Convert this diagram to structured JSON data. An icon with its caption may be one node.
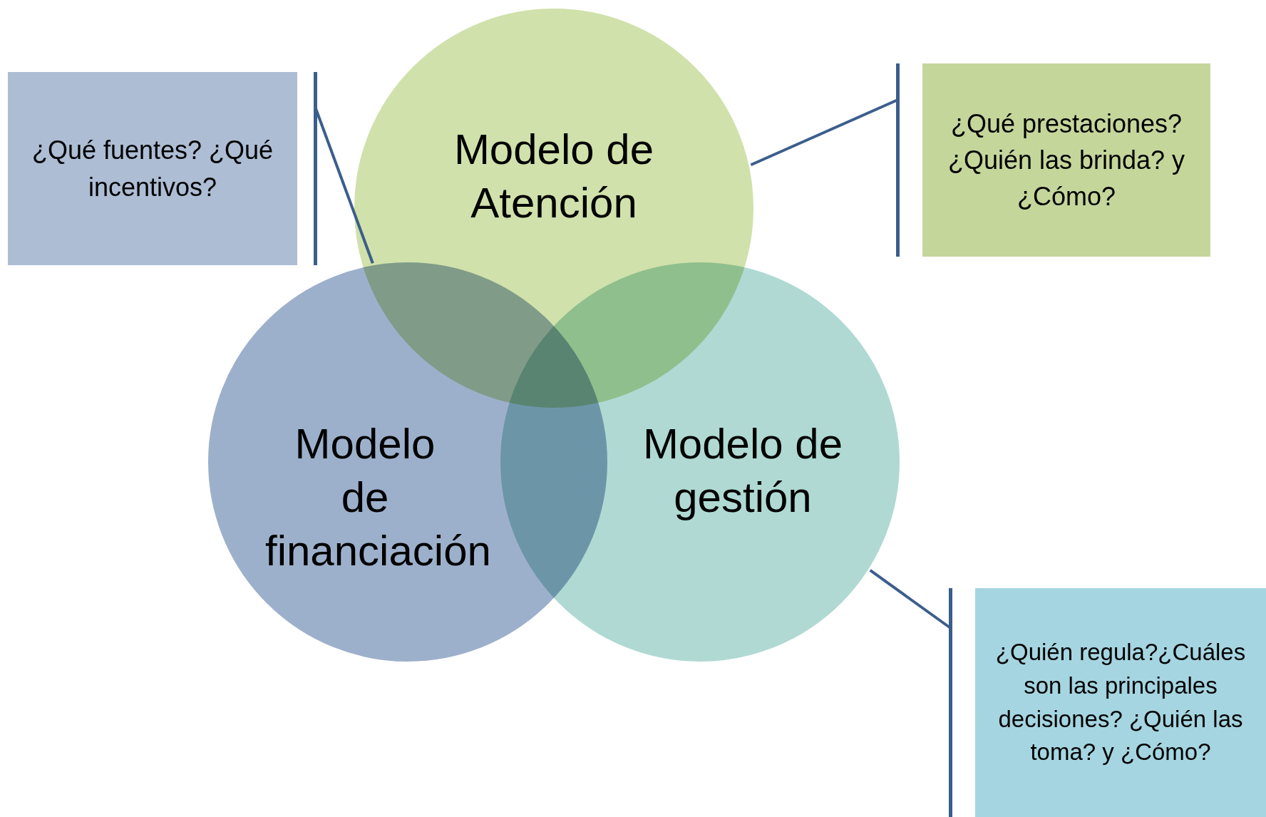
{
  "diagram": {
    "nodes": [
      {
        "text": [
          "¿Qué fuentes? ¿Qué incentivos?"
        ]
      },
      {
        "text": [
          "Modelo de Atención"
        ]
      },
      {
        "text": [
          "¿Qué prestaciones? ¿Quién las brinda? y ¿Cómo?"
        ]
      },
      {
        "text": [
          "Modelo de financiación"
        ]
      },
      {
        "text": [
          "Modelo de gestión"
        ]
      },
      {
        "text": [
          "¿Quién regula?¿Cuáles son las principales decisiones? ¿Quién las toma? y ¿Cómo?"
        ]
      }
    ],
    "edges": [
      {
        "from": 0,
        "to": 3,
        "arrow": "none"
      },
      {
        "from": 2,
        "to": 1,
        "arrow": "none"
      },
      {
        "from": 5,
        "to": 4,
        "arrow": "none"
      }
    ]
  }
}
